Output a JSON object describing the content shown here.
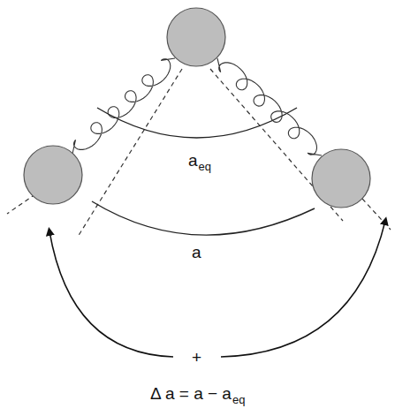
{
  "diagram": {
    "labels": [
      "a",
      "eq",
      "a",
      "+",
      "Δ a = a − a",
      "eq"
    ]
  }
}
